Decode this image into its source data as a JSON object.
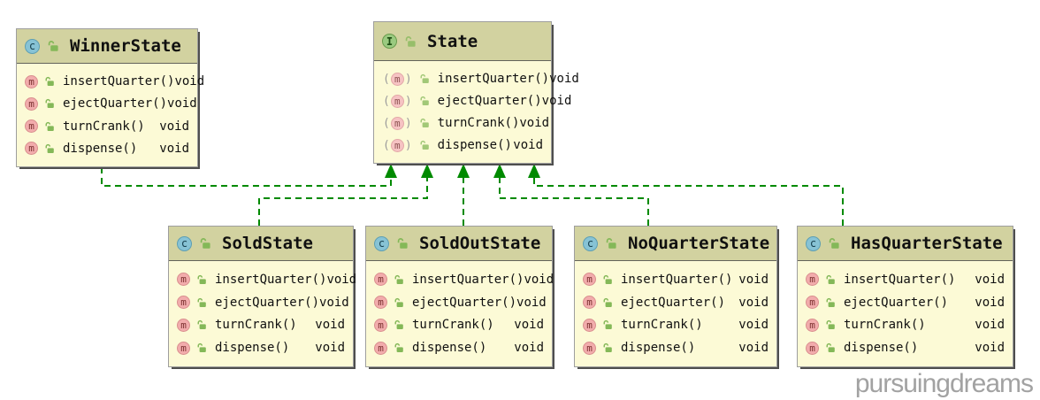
{
  "watermark": "pursuingdreams",
  "method_icon_letter": "m",
  "abstract_markers": {
    "open": "(",
    "close": ")"
  },
  "colors": {
    "header_bg": "#d2d2a0",
    "body_bg": "#fcfad6",
    "connector_green": "#008a00",
    "class_icon_bg": "#87c3d5",
    "interface_icon_bg": "#9aca80",
    "method_icon_bg": "#f2acac",
    "lock_green": "#84b858",
    "watermark_gray": "#a2a2a2"
  },
  "classes": [
    {
      "name": "WinnerState",
      "kind": "class",
      "icon_letter": "c",
      "methods": [
        {
          "label": "insertQuarter()",
          "returns": "void"
        },
        {
          "label": "ejectQuarter()",
          "returns": "void"
        },
        {
          "label": "turnCrank()",
          "returns": "void"
        },
        {
          "label": "dispense()",
          "returns": "void"
        }
      ]
    },
    {
      "name": "State",
      "kind": "interface",
      "icon_letter": "I",
      "methods": [
        {
          "label": "insertQuarter()",
          "returns": "void"
        },
        {
          "label": "ejectQuarter()",
          "returns": "void"
        },
        {
          "label": "turnCrank()",
          "returns": "void"
        },
        {
          "label": "dispense()",
          "returns": "void"
        }
      ]
    },
    {
      "name": "SoldState",
      "kind": "class",
      "icon_letter": "c",
      "methods": [
        {
          "label": "insertQuarter()",
          "returns": "void"
        },
        {
          "label": "ejectQuarter()",
          "returns": "void"
        },
        {
          "label": "turnCrank()",
          "returns": "void"
        },
        {
          "label": "dispense()",
          "returns": "void"
        }
      ]
    },
    {
      "name": "SoldOutState",
      "kind": "class",
      "icon_letter": "c",
      "methods": [
        {
          "label": "insertQuarter()",
          "returns": "void"
        },
        {
          "label": "ejectQuarter()",
          "returns": "void"
        },
        {
          "label": "turnCrank()",
          "returns": "void"
        },
        {
          "label": "dispense()",
          "returns": "void"
        }
      ]
    },
    {
      "name": "NoQuarterState",
      "kind": "class",
      "icon_letter": "c",
      "methods": [
        {
          "label": "insertQuarter()",
          "returns": "void"
        },
        {
          "label": "ejectQuarter()",
          "returns": "void"
        },
        {
          "label": "turnCrank()",
          "returns": "void"
        },
        {
          "label": "dispense()",
          "returns": "void"
        }
      ]
    },
    {
      "name": "HasQuarterState",
      "kind": "class",
      "icon_letter": "c",
      "methods": [
        {
          "label": "insertQuarter()",
          "returns": "void"
        },
        {
          "label": "ejectQuarter()",
          "returns": "void"
        },
        {
          "label": "turnCrank()",
          "returns": "void"
        },
        {
          "label": "dispense()",
          "returns": "void"
        }
      ]
    }
  ]
}
